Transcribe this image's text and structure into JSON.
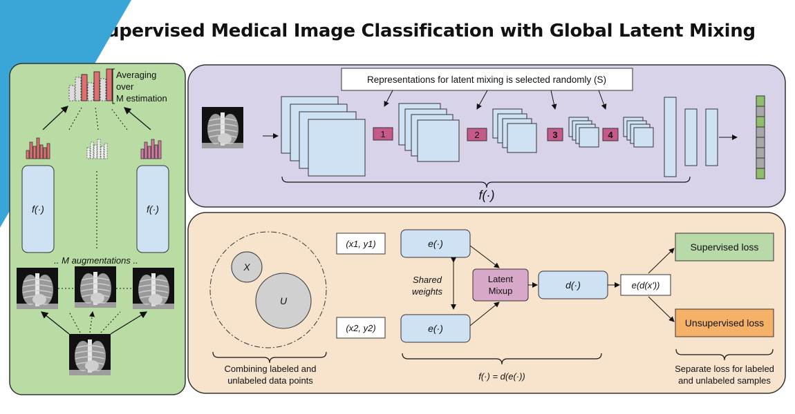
{
  "title": "Semi-supervised Medical Image Classification with Global Latent Mixing",
  "colors": {
    "left_panel_bg": "#b9dba4",
    "top_panel_bg": "#d8d3e8",
    "bottom_panel_bg": "#f8e3cc",
    "box_blue": "#cfe2f3",
    "mixup_pink": "#d8a8c8",
    "supervised_green": "#b8d9a8",
    "unsupervised_orange": "#f5b168",
    "marker_pink": "#c55a8a",
    "accent_teal": "#3aa6d8"
  },
  "left_panel": {
    "averaging_label": [
      "Averaging",
      "over",
      "M estimation"
    ],
    "encoder_left": "f(·)",
    "encoder_right": "f(·)",
    "augmentations_label": ".. M augmentations .."
  },
  "top_panel": {
    "selection_note": "Representations for latent mixing is selected randomly (S)",
    "markers": [
      "1",
      "2",
      "3",
      "4"
    ],
    "function_label": "f(·)"
  },
  "bottom_panel": {
    "set_x": "X",
    "set_u": "U",
    "combining_caption": [
      "Combining labeled and",
      "unlabeled data points"
    ],
    "pair_1": "(x1, y1)",
    "pair_2": "(x2, y2)",
    "encoder_top": "e(·)",
    "encoder_bottom": "e(·)",
    "shared_weights": [
      "Shared",
      "weights"
    ],
    "latent_mixup": [
      "Latent",
      "Mixup"
    ],
    "decoder": "d(·)",
    "output": "e(d(x'))",
    "supervised_loss": "Supervised loss",
    "unsupervised_loss": "Unsupervised loss",
    "function_caption": "f(·) = d(e(·))",
    "loss_caption": [
      "Separate loss for labeled",
      "and unlabeled samples"
    ]
  }
}
